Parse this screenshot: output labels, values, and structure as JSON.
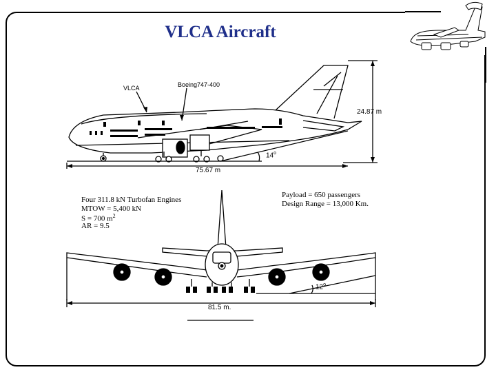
{
  "title": "VLCA Aircraft",
  "side_view": {
    "label_vlca": "VLCA",
    "label_boeing": "Boeing747-400",
    "height_label": "24.87 m",
    "length_label": "75.67 m",
    "tail_angle": "14",
    "degree_mark": "o"
  },
  "front_view": {
    "span_label": "81.5 m.",
    "dihedral_angle": "12",
    "degree_mark": "o"
  },
  "specs": {
    "engines": "Four 311.8 kN Turbofan Engines",
    "mtow": "MTOW = 5,400 kN",
    "wing_area": "S = 700 m",
    "wing_area_exp": "2",
    "aspect_ratio": "AR = 9.5",
    "payload": "Payload = 650 passengers",
    "range": "Design Range = 13,000 Km."
  },
  "colors": {
    "title": "#1f2f8a",
    "line": "#000000"
  }
}
